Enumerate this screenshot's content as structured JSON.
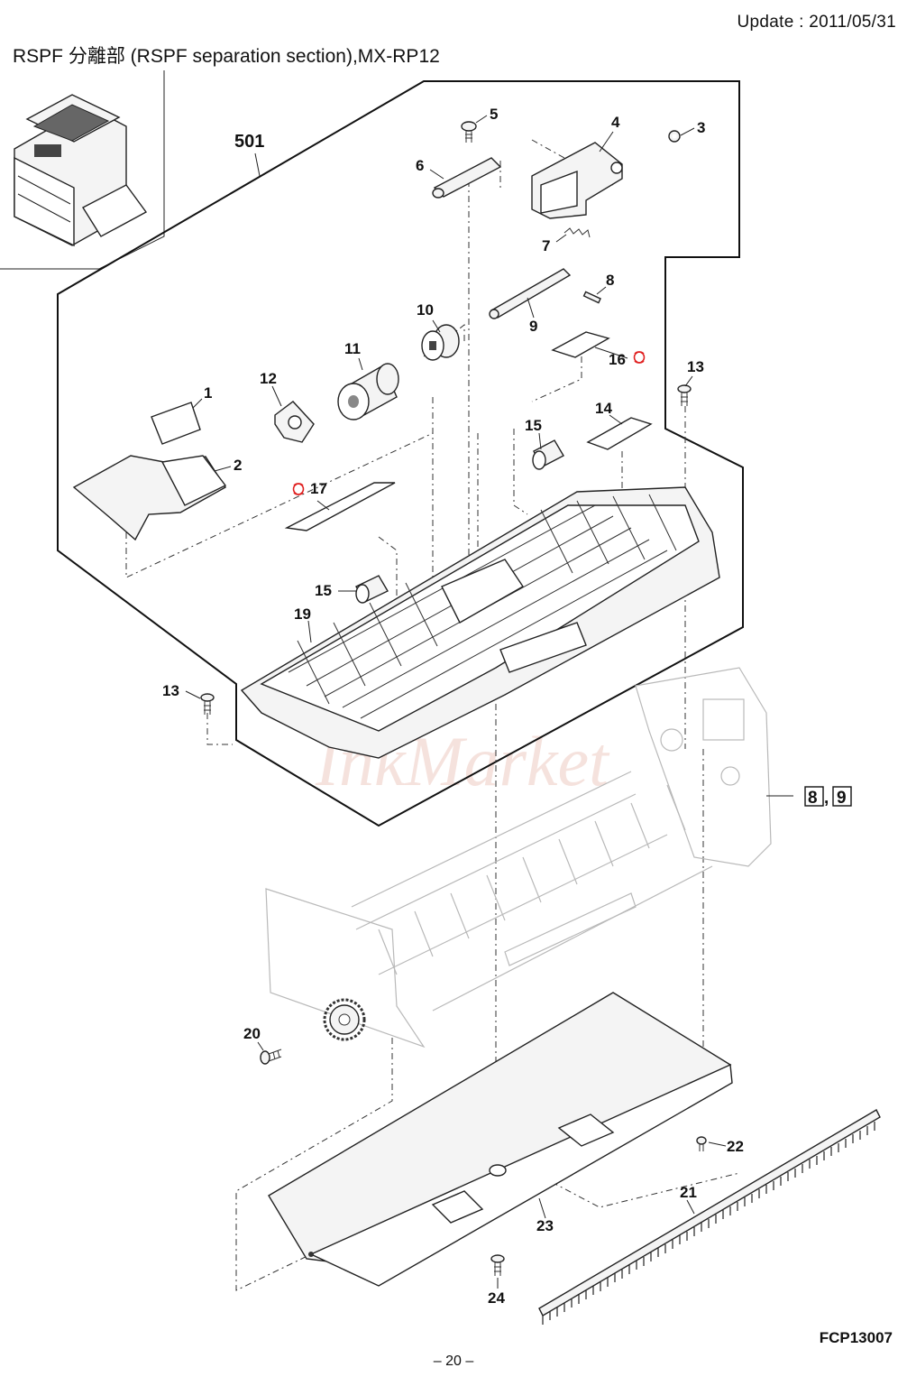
{
  "header": {
    "update_text": "Update : 2011/05/31",
    "title": "RSPF 分離部 (RSPF separation section),MX-RP12"
  },
  "diagram": {
    "assembly_number": "501",
    "reference_boxes": [
      "8",
      "9"
    ],
    "reference_separator": ",",
    "part_labels": [
      "1",
      "2",
      "3",
      "4",
      "5",
      "6",
      "7",
      "8",
      "9",
      "10",
      "11",
      "12",
      "13",
      "13",
      "14",
      "15",
      "15",
      "16",
      "17",
      "19",
      "20",
      "21",
      "22",
      "23",
      "24"
    ],
    "replacement_mark_color": "#e02020",
    "watermark_text": "InkMarket"
  },
  "footer": {
    "figure_code": "FCP13007",
    "page_number": "– 20 –"
  }
}
